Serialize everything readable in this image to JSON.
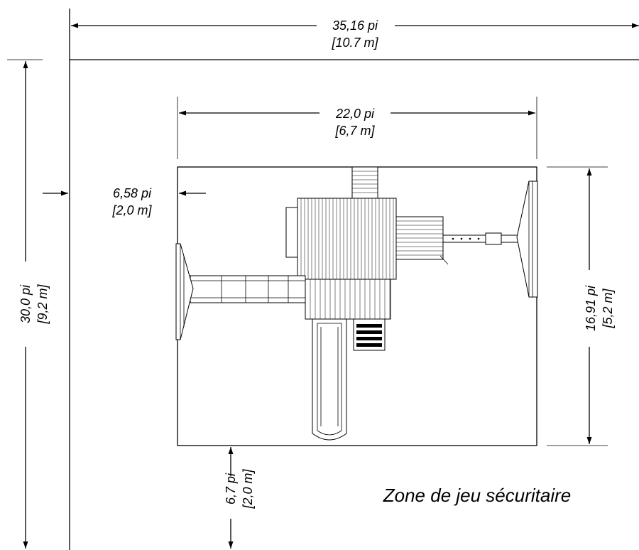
{
  "dimensions": {
    "overall_width": {
      "imperial": "35,16 pi",
      "metric": "[10.7 m]"
    },
    "overall_depth": {
      "imperial": "30,0 pi",
      "metric": "[9,2 m]"
    },
    "structure_width": {
      "imperial": "22,0 pi",
      "metric": "[6,7 m]"
    },
    "structure_depth": {
      "imperial": "16,91 pi",
      "metric": "[5,2 m]"
    },
    "side_clearance": {
      "imperial": "6,58 pi",
      "metric": "[2,0 m]"
    },
    "bottom_clearance": {
      "imperial": "6,7 pi",
      "metric": "[2,0 m]"
    }
  },
  "caption": "Zone de jeu sécuritaire",
  "colors": {
    "line": "#000000",
    "background": "#ffffff"
  }
}
